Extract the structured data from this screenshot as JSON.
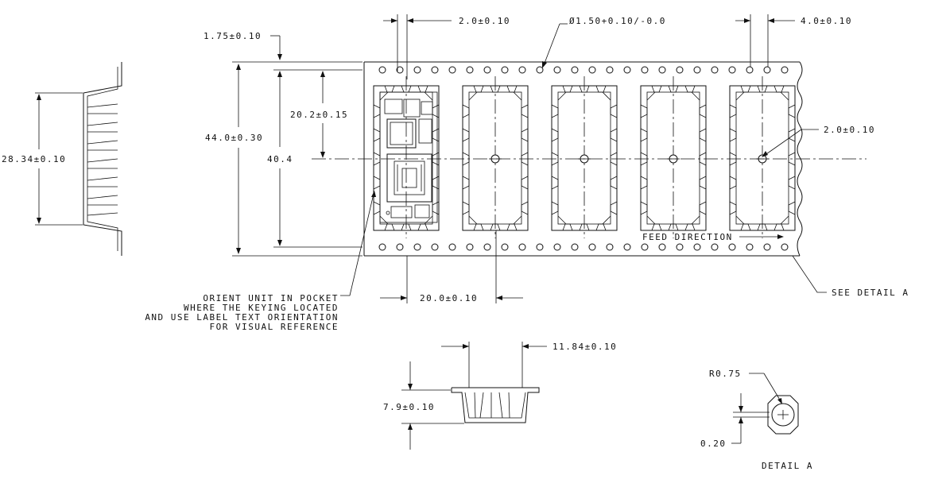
{
  "callouts": {
    "sprocket_pitch": "4.0±0.10",
    "hole_offset": "2.0±0.10",
    "hole_diameter": "Ø1.50+0.10/-0.0",
    "edge_to_hole": "1.75±0.10",
    "tape_width": "44.0±0.30",
    "hole_to_pocket_center": "20.2±0.15",
    "row_spacing": "40.4",
    "pocket_hole": "2.0±0.10",
    "side_width": "28.34±0.10",
    "feed_direction": "FEED DIRECTION",
    "see_detail": "SEE DETAIL A",
    "pocket_pitch": "20.0±0.10",
    "pocket_length": "11.84±0.10",
    "pocket_depth": "7.9±0.10",
    "detail_radius": "R0.75",
    "detail_thickness": "0.20",
    "detail_title": "DETAIL A"
  },
  "note": {
    "lines": [
      "ORIENT UNIT IN POCKET",
      "WHERE THE KEYING LOCATED",
      "AND USE LABEL TEXT ORIENTATION",
      "FOR VISUAL REFERENCE"
    ]
  }
}
